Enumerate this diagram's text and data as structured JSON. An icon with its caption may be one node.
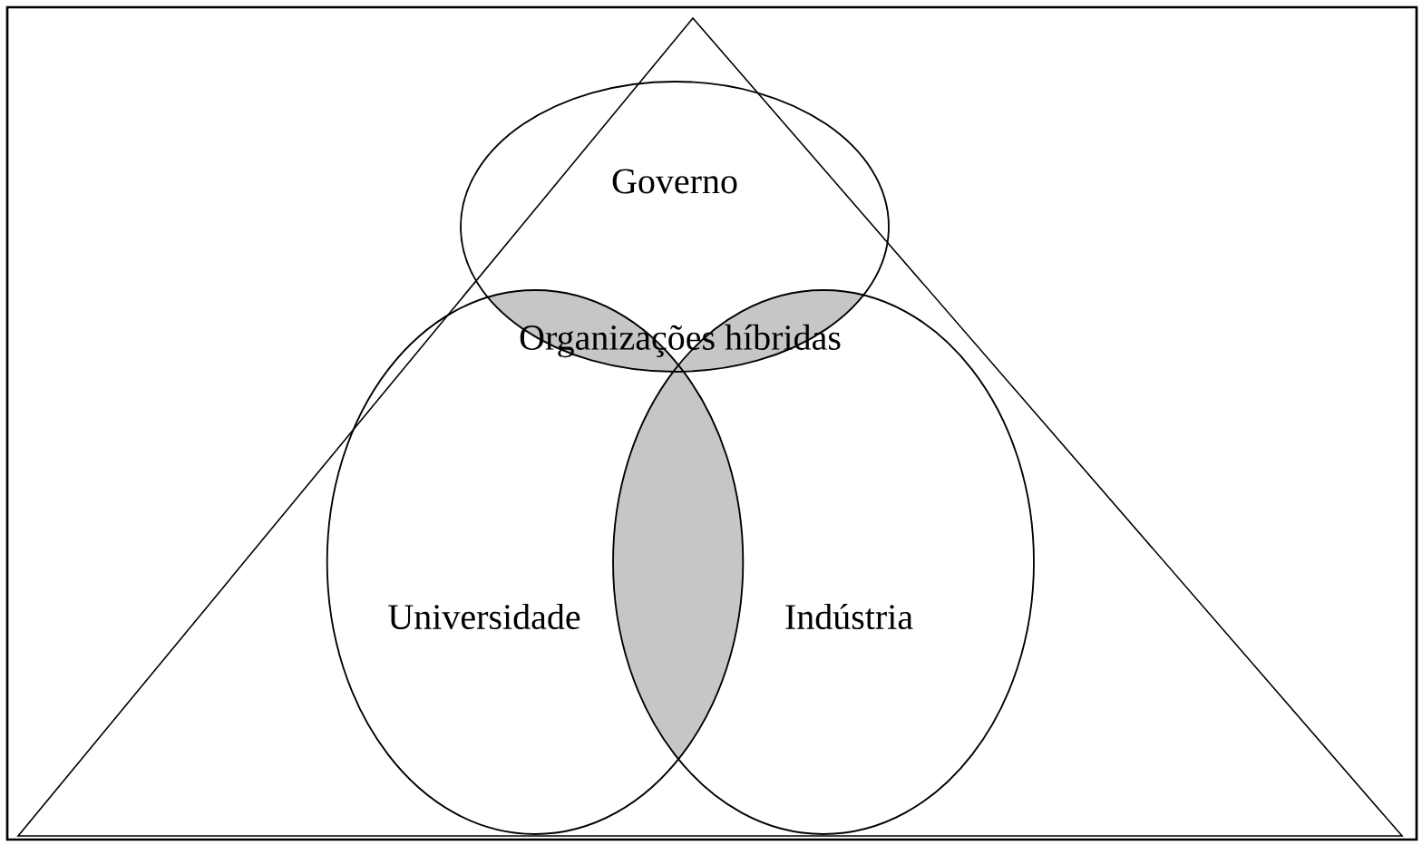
{
  "diagram": {
    "nodes": [
      {
        "text": [
          "Governo"
        ]
      },
      {
        "text": [
          "Universidade"
        ]
      },
      {
        "text": [
          "Indústria"
        ]
      }
    ],
    "labels": [
      "Organizações híbridas"
    ]
  }
}
